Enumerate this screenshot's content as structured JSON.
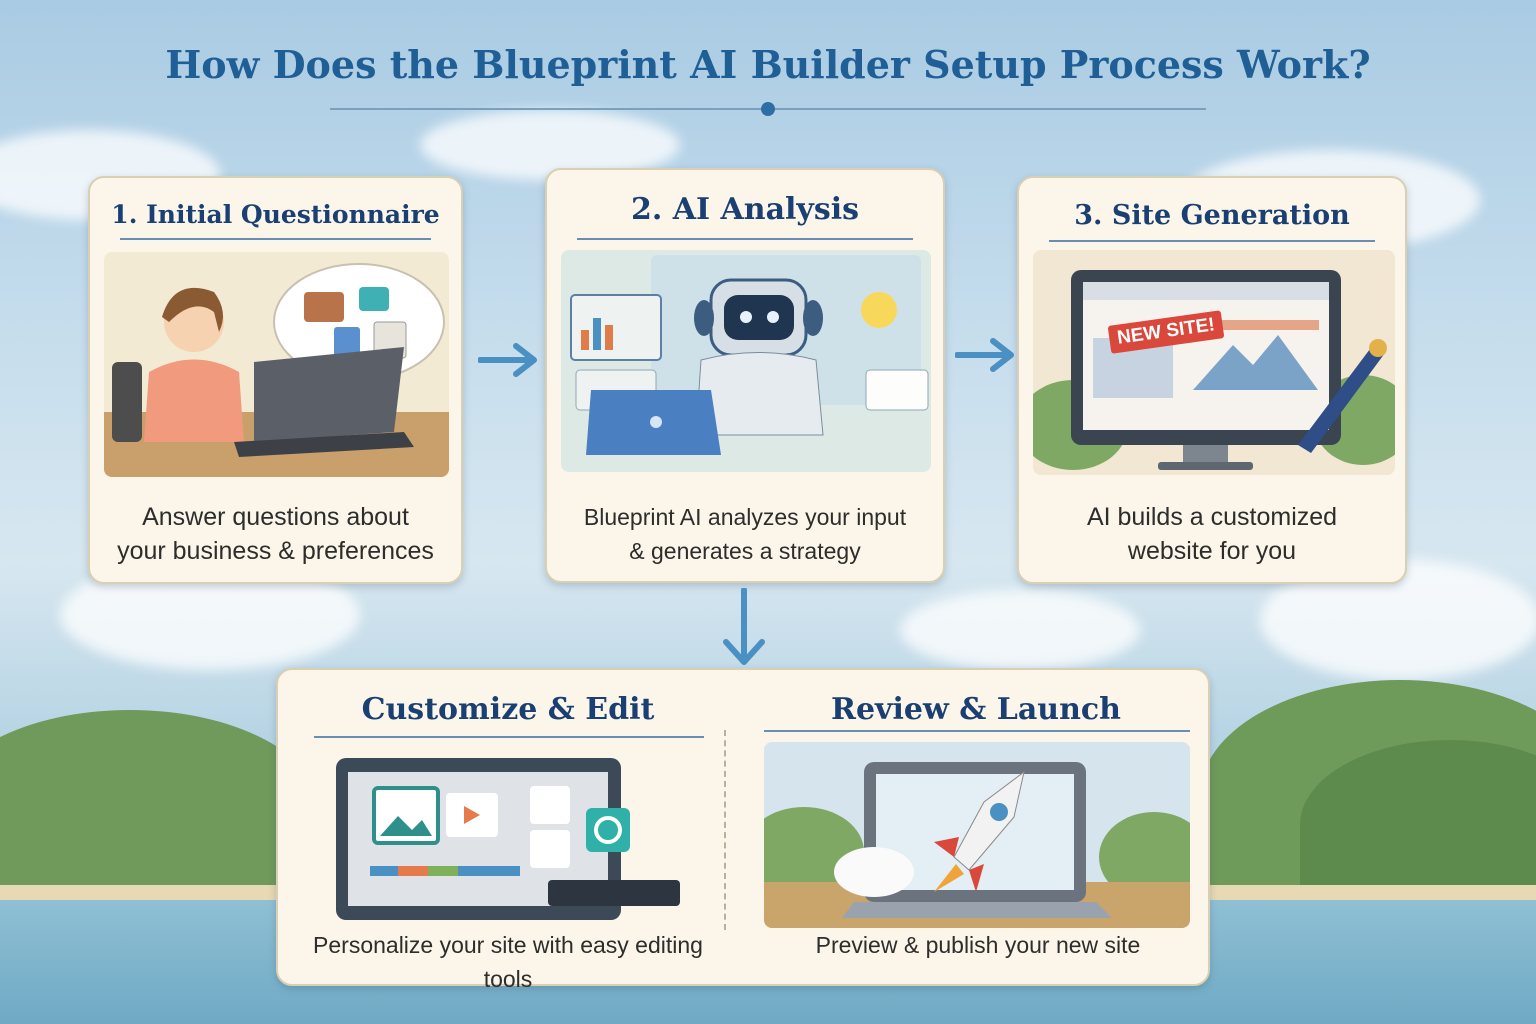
{
  "title": "How Does the Blueprint AI Builder Setup Process Work?",
  "steps": [
    {
      "title": "1. Initial Questionnaire",
      "description": "Answer questions about\nyour business & preferences"
    },
    {
      "title": "2. AI Analysis",
      "description": "Blueprint AI analyzes your input\n& generates a strategy"
    },
    {
      "title": "3. Site Generation",
      "description": "AI builds a customized\nwebsite for you"
    }
  ],
  "bottom_panels": [
    {
      "title": "Customize & Edit",
      "description": "Personalize your site with easy editing tools"
    },
    {
      "title": "Review & Launch",
      "description": "Preview & publish your new site"
    }
  ],
  "badge": "NEW SITE!",
  "colors": {
    "title": "#1f5f96",
    "card_title": "#1a3f73",
    "arrow": "#4a90c2"
  }
}
